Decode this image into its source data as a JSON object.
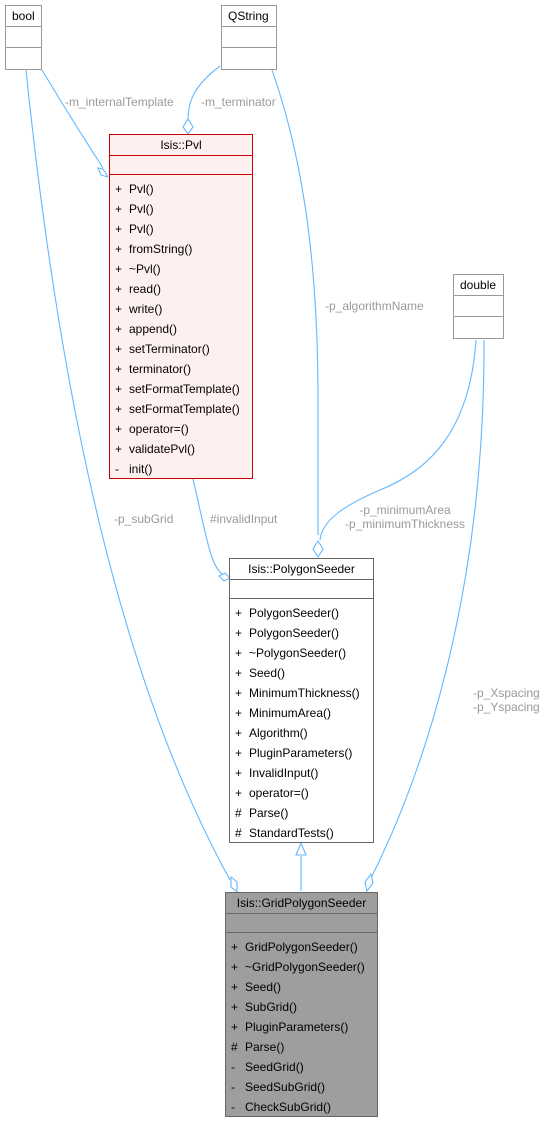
{
  "colors": {
    "edge": "#63b8ff",
    "pvl_border": "#cc0000",
    "pvl_fill": "#fff0f0",
    "grid_fill": "#9e9e9e",
    "label": "#9a9a9a"
  },
  "classes": {
    "bool": {
      "name": "bool"
    },
    "qstring": {
      "name": "QString"
    },
    "double": {
      "name": "double"
    },
    "pvl": {
      "name": "Isis::Pvl",
      "methods": [
        {
          "vis": "+",
          "name": "Pvl()"
        },
        {
          "vis": "+",
          "name": "Pvl()"
        },
        {
          "vis": "+",
          "name": "Pvl()"
        },
        {
          "vis": "+",
          "name": "fromString()"
        },
        {
          "vis": "+",
          "name": "~Pvl()"
        },
        {
          "vis": "+",
          "name": "read()"
        },
        {
          "vis": "+",
          "name": "write()"
        },
        {
          "vis": "+",
          "name": "append()"
        },
        {
          "vis": "+",
          "name": "setTerminator()"
        },
        {
          "vis": "+",
          "name": "terminator()"
        },
        {
          "vis": "+",
          "name": "setFormatTemplate()"
        },
        {
          "vis": "+",
          "name": "setFormatTemplate()"
        },
        {
          "vis": "+",
          "name": "operator=()"
        },
        {
          "vis": "+",
          "name": "validatePvl()"
        },
        {
          "vis": "-",
          "name": "init()"
        }
      ]
    },
    "seeder": {
      "name": "Isis::PolygonSeeder",
      "methods": [
        {
          "vis": "+",
          "name": "PolygonSeeder()"
        },
        {
          "vis": "+",
          "name": "PolygonSeeder()"
        },
        {
          "vis": "+",
          "name": "~PolygonSeeder()"
        },
        {
          "vis": "+",
          "name": "Seed()"
        },
        {
          "vis": "+",
          "name": "MinimumThickness()"
        },
        {
          "vis": "+",
          "name": "MinimumArea()"
        },
        {
          "vis": "+",
          "name": "Algorithm()"
        },
        {
          "vis": "+",
          "name": "PluginParameters()"
        },
        {
          "vis": "+",
          "name": "InvalidInput()"
        },
        {
          "vis": "+",
          "name": "operator=()"
        },
        {
          "vis": "#",
          "name": "Parse()"
        },
        {
          "vis": "#",
          "name": "StandardTests()"
        }
      ]
    },
    "grid": {
      "name": "Isis::GridPolygonSeeder",
      "methods": [
        {
          "vis": "+",
          "name": "GridPolygonSeeder()"
        },
        {
          "vis": "+",
          "name": "~GridPolygonSeeder()"
        },
        {
          "vis": "+",
          "name": "Seed()"
        },
        {
          "vis": "+",
          "name": "SubGrid()"
        },
        {
          "vis": "+",
          "name": "PluginParameters()"
        },
        {
          "vis": "#",
          "name": "Parse()"
        },
        {
          "vis": "-",
          "name": "SeedGrid()"
        },
        {
          "vis": "-",
          "name": "SeedSubGrid()"
        },
        {
          "vis": "-",
          "name": "CheckSubGrid()"
        }
      ]
    }
  },
  "labels": {
    "m_internalTemplate": "-m_internalTemplate",
    "m_terminator": "-m_terminator",
    "p_algorithmName": "-p_algorithmName",
    "p_minimumArea": "-p_minimumArea",
    "p_minimumThickness": "-p_minimumThickness",
    "invalidInput": "#invalidInput",
    "p_subGrid": "-p_subGrid",
    "p_Xspacing": "-p_Xspacing",
    "p_Yspacing": "-p_Yspacing"
  }
}
